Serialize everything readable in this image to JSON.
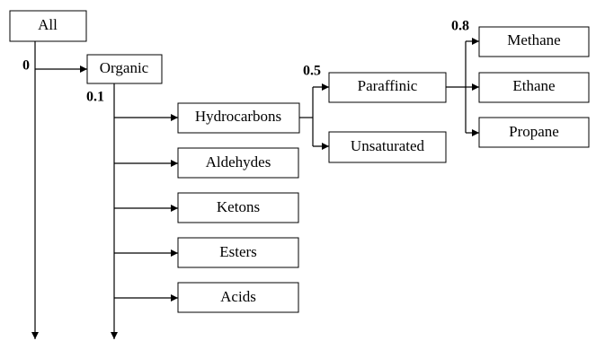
{
  "nodes": [
    {
      "id": "all",
      "label": "All"
    },
    {
      "id": "organic",
      "label": "Organic"
    },
    {
      "id": "hydrocarbons",
      "label": "Hydrocarbons"
    },
    {
      "id": "aldehydes",
      "label": "Aldehydes"
    },
    {
      "id": "ketons",
      "label": "Ketons"
    },
    {
      "id": "esters",
      "label": "Esters"
    },
    {
      "id": "acids",
      "label": "Acids"
    },
    {
      "id": "paraffinic",
      "label": "Paraffinic"
    },
    {
      "id": "unsaturated",
      "label": "Unsaturated"
    },
    {
      "id": "methane",
      "label": "Methane"
    },
    {
      "id": "ethane",
      "label": "Ethane"
    },
    {
      "id": "propane",
      "label": "Propane"
    }
  ],
  "edges": [
    {
      "from": "all",
      "to": "organic"
    },
    {
      "from": "organic",
      "to": "hydrocarbons"
    },
    {
      "from": "organic",
      "to": "aldehydes"
    },
    {
      "from": "organic",
      "to": "ketons"
    },
    {
      "from": "organic",
      "to": "esters"
    },
    {
      "from": "organic",
      "to": "acids"
    },
    {
      "from": "hydrocarbons",
      "to": "paraffinic"
    },
    {
      "from": "hydrocarbons",
      "to": "unsaturated"
    },
    {
      "from": "paraffinic",
      "to": "methane"
    },
    {
      "from": "paraffinic",
      "to": "ethane"
    },
    {
      "from": "paraffinic",
      "to": "propane"
    }
  ],
  "levels": [
    {
      "id": "level-0",
      "value": "0"
    },
    {
      "id": "level-1",
      "value": "0.1"
    },
    {
      "id": "level-2",
      "value": "0.5"
    },
    {
      "id": "level-3",
      "value": "0.8"
    }
  ],
  "colors": {
    "stroke": "#000000",
    "fill": "#ffffff",
    "text": "#000000"
  }
}
